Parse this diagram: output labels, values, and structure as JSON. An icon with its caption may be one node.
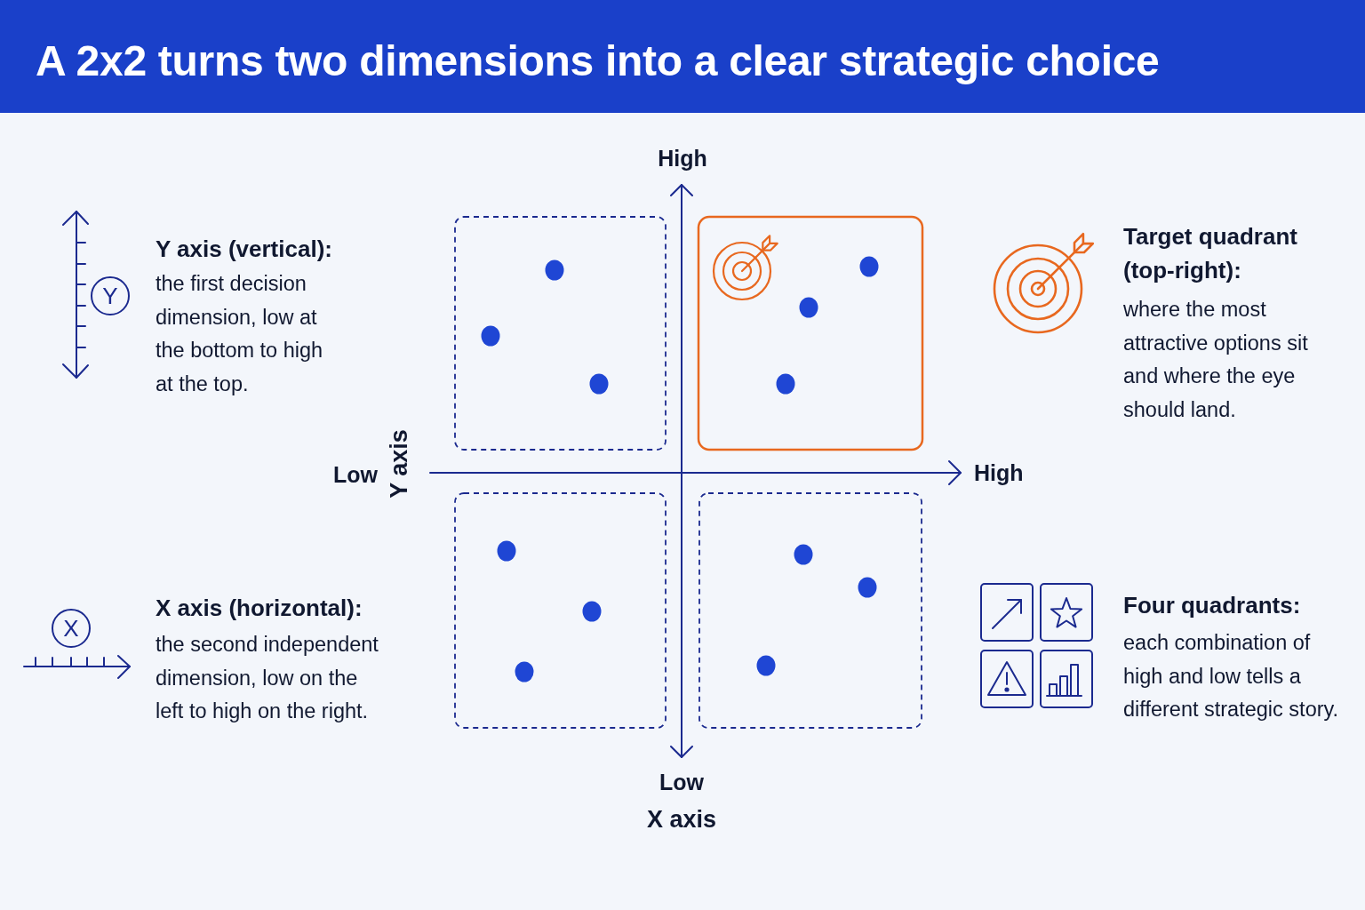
{
  "diagram": {
    "title": "A 2x2 turns two dimensions into a clear strategic choice",
    "labels": [
      "High",
      "Y axis (vertical):",
      "Y",
      "the first decision dimension, low at the bottom to high at the top.",
      "Target quadrant (top-right):",
      "where the most attractive options sit and where the eye should land.",
      "Low",
      "Y axis",
      "High",
      "X axis (horizontal):",
      "X",
      "the second independent dimension, low on the left to high on the right.",
      "Four quadrants:",
      "each combination of high and low tells a different strategic story.",
      "Low",
      "X axis"
    ]
  }
}
